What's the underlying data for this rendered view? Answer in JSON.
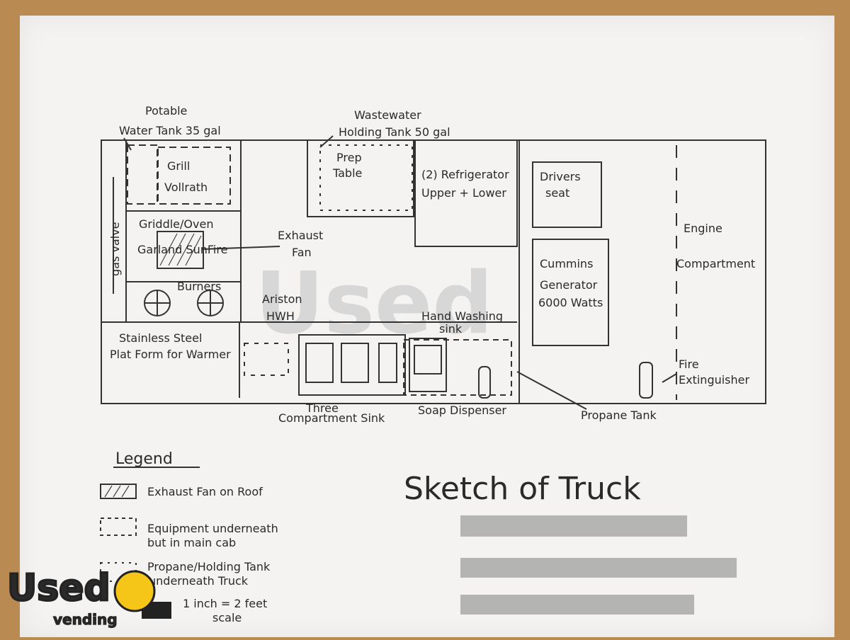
{
  "labels": {
    "potable_1": "Potable",
    "potable_2": "Water Tank 35 gal",
    "wastewater_1": "Wastewater",
    "wastewater_2": "Holding Tank 50 gal",
    "grill_1": "Grill",
    "grill_2": "Vollrath",
    "prep_1": "Prep",
    "prep_2": "Table",
    "fridge_1": "(2) Refrigerator",
    "fridge_2": "Upper + Lower",
    "drivers_1": "Drivers",
    "drivers_2": "seat",
    "engine_1": "Engine",
    "engine_2": "Compartment",
    "griddle_1": "Griddle/Oven",
    "griddle_2": "Garland SunFire",
    "exhaust_1": "Exhaust",
    "exhaust_2": "Fan",
    "burners": "Burners",
    "gas_valve": "gas valve",
    "cummins_1": "Cummins",
    "cummins_2": "Generator",
    "cummins_3": "6000 Watts",
    "ariston_1": "Ariston",
    "ariston_2": "HWH",
    "handwash_1": "Hand Washing",
    "handwash_2": "sink",
    "stainless_1": "Stainless Steel",
    "stainless_2": "Plat Form for Warmer",
    "three_1": "Three",
    "three_2": "Compartment Sink",
    "soap": "Soap Dispenser",
    "propane": "Propane Tank",
    "fire_1": "Fire",
    "fire_2": "Extinguisher"
  },
  "legend": {
    "title": "Legend",
    "item1": "Exhaust Fan on Roof",
    "item2a": "Equipment underneath",
    "item2b": "but in main cab",
    "item3a": "Propane/Holding Tank",
    "item3b": "underneath Truck",
    "scale_a": "1 inch = 2 feet",
    "scale_b": "scale"
  },
  "sketch_title": "Sketch of Truck",
  "watermark": "Used",
  "logo": {
    "word": "Used",
    "sub": "vending"
  },
  "colors": {
    "ink": "#2a2a2a",
    "paper": "#f4f3f1",
    "table": "#b98a52",
    "logo_yellow": "#f5c518"
  }
}
